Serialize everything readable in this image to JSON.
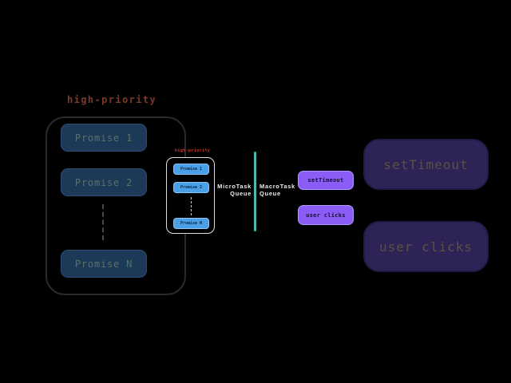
{
  "microtask_large": {
    "title": "high-priority",
    "items": [
      "Promise 1",
      "Promise 2",
      "Promise N"
    ]
  },
  "microtask_small": {
    "title": "high-priority",
    "items": [
      "Promise 1",
      "Promise 2",
      "Promise N"
    ]
  },
  "queue_labels": {
    "micro": [
      "MicroTask",
      "Queue"
    ],
    "macro": [
      "MacroTask",
      "Queue"
    ]
  },
  "macrotask_small": {
    "items": [
      "setTimeout",
      "user clicks"
    ]
  },
  "macrotask_large": {
    "items": [
      "setTimeout",
      "user clicks"
    ]
  },
  "colors": {
    "background": "#000000",
    "highlight_red": "#c43b2a",
    "dim_red": "#7a3a2b",
    "bright_blue_box": "#4aa0e8",
    "dim_blue_box": "#1c3a57",
    "teal_divider": "#4fb5ad",
    "bright_purple_box": "#8b5cf6",
    "dim_purple_box": "#2d2356",
    "queue_label_text": "#ececec"
  }
}
